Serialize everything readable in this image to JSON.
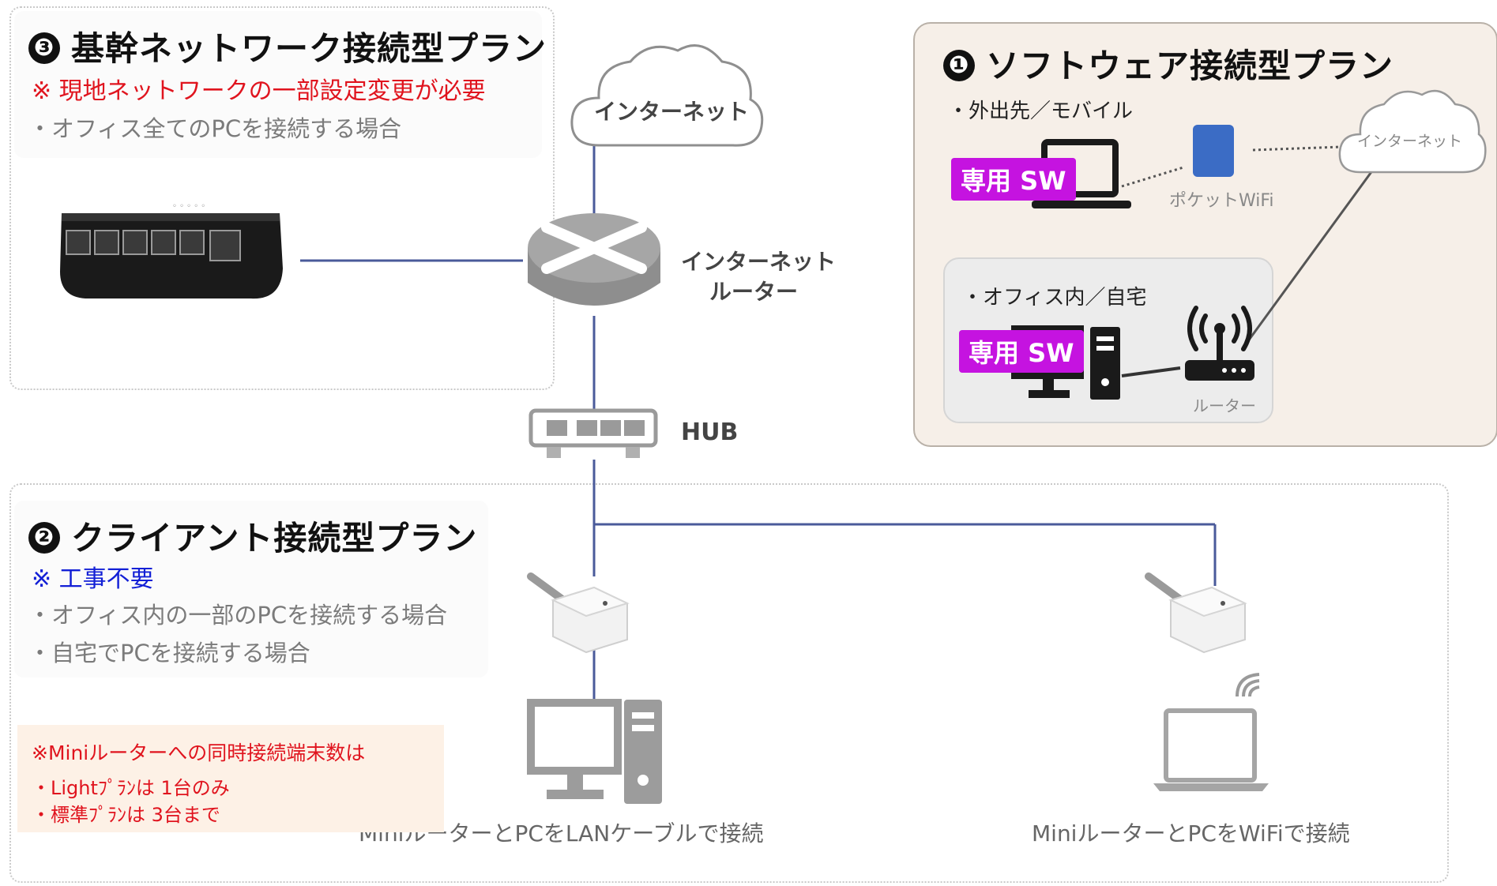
{
  "plan3": {
    "number": "❸",
    "title": "基幹ネットワーク接続型プラン",
    "note": "※ 現地ネットワークの一部設定変更が必要",
    "bullet": "・オフィス全てのPCを接続する場合"
  },
  "plan1": {
    "number": "❶",
    "title": "ソフトウェア接続型プラン",
    "mobile_label": "・外出先／モバイル",
    "sw_tag_1": "専用 SW",
    "pocket_wifi": "ポケットWiFi",
    "internet_small": "インターネット",
    "office_label": "・オフィス内／自宅",
    "sw_tag_2": "専用 SW",
    "router_small": "ルーター"
  },
  "plan2": {
    "number": "❷",
    "title": "クライアント接続型プラン",
    "note": "※ 工事不要",
    "bullet_1": "・オフィス内の一部のPCを接続する場合",
    "bullet_2": "・自宅でPCを接続する場合"
  },
  "center": {
    "internet_cloud": "インターネット",
    "router_line1": "インターネット",
    "router_line2": "ルーター",
    "hub": "HUB"
  },
  "connections": {
    "lan": "MiniルーターとPCをLANケーブルで接続",
    "wifi": "MiniルーターとPCをWiFiで接続"
  },
  "mini_note": {
    "line1": "※Miniルーターへの同時接続端末数は",
    "line2": "・Lightﾌﾟﾗﾝは 1台のみ",
    "line3": "・標準ﾌﾟﾗﾝは 3台まで"
  },
  "colors": {
    "line": "#4a5a9a",
    "panel_bg": "#f6efe8",
    "panel_inner": "#ececec",
    "accent_purple": "#c513e0",
    "note_bg": "#fdf1e6"
  }
}
